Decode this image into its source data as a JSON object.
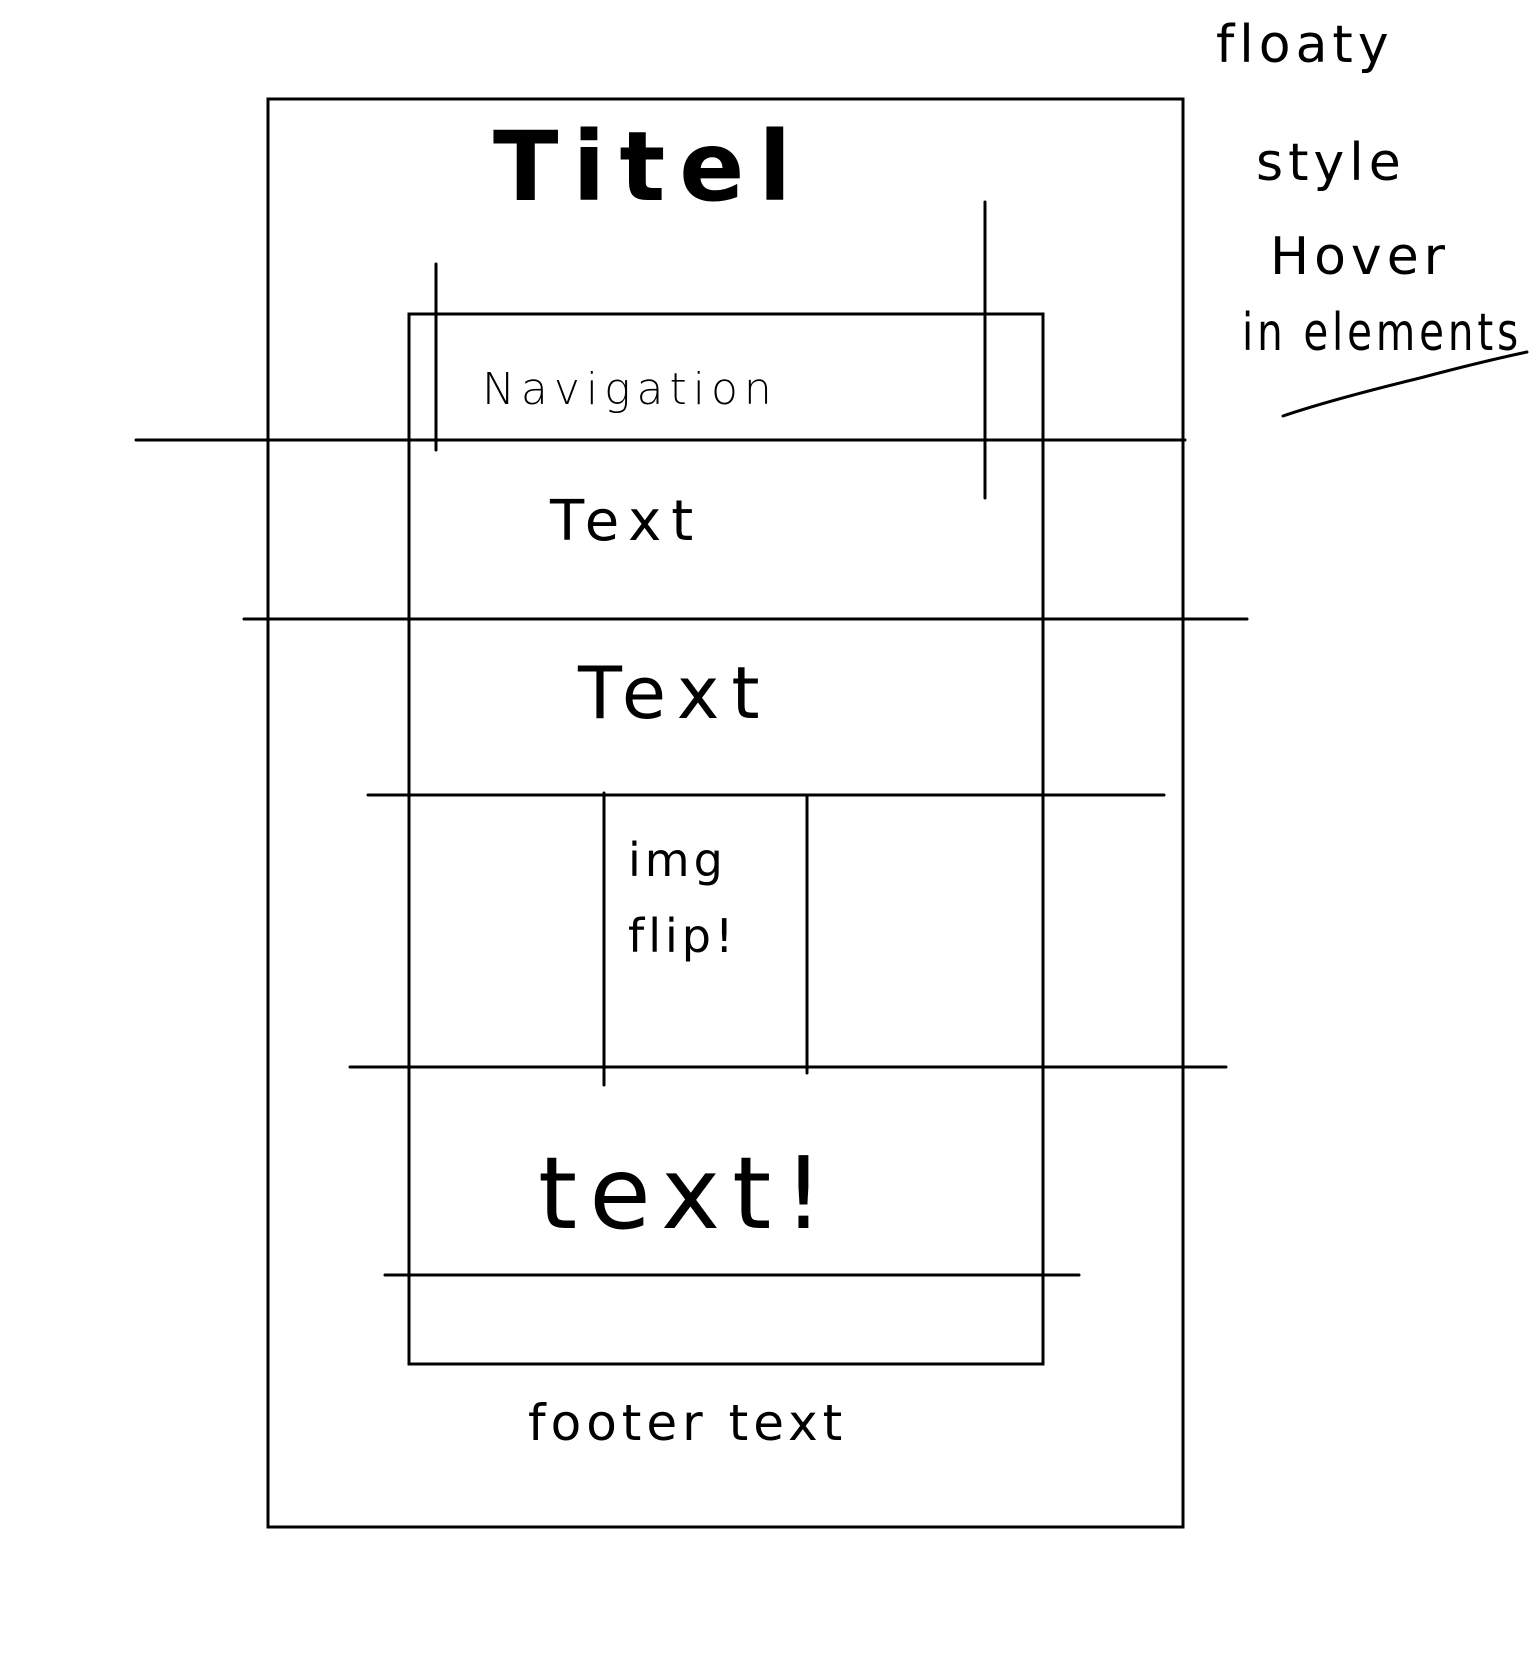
{
  "wireframe": {
    "title": "Titel",
    "navigation_label": "Navigation",
    "section_1_label": "Text",
    "section_2_label": "Text",
    "image_label_line1": "img",
    "image_label_line2": "flip!",
    "section_3_label": "text!",
    "footer_label": "footer text"
  },
  "side_note": {
    "line1": "floaty",
    "line2": "style",
    "line3": "Hover",
    "line4": "in elements"
  },
  "colors": {
    "ink": "#000000",
    "paper": "#ffffff"
  }
}
